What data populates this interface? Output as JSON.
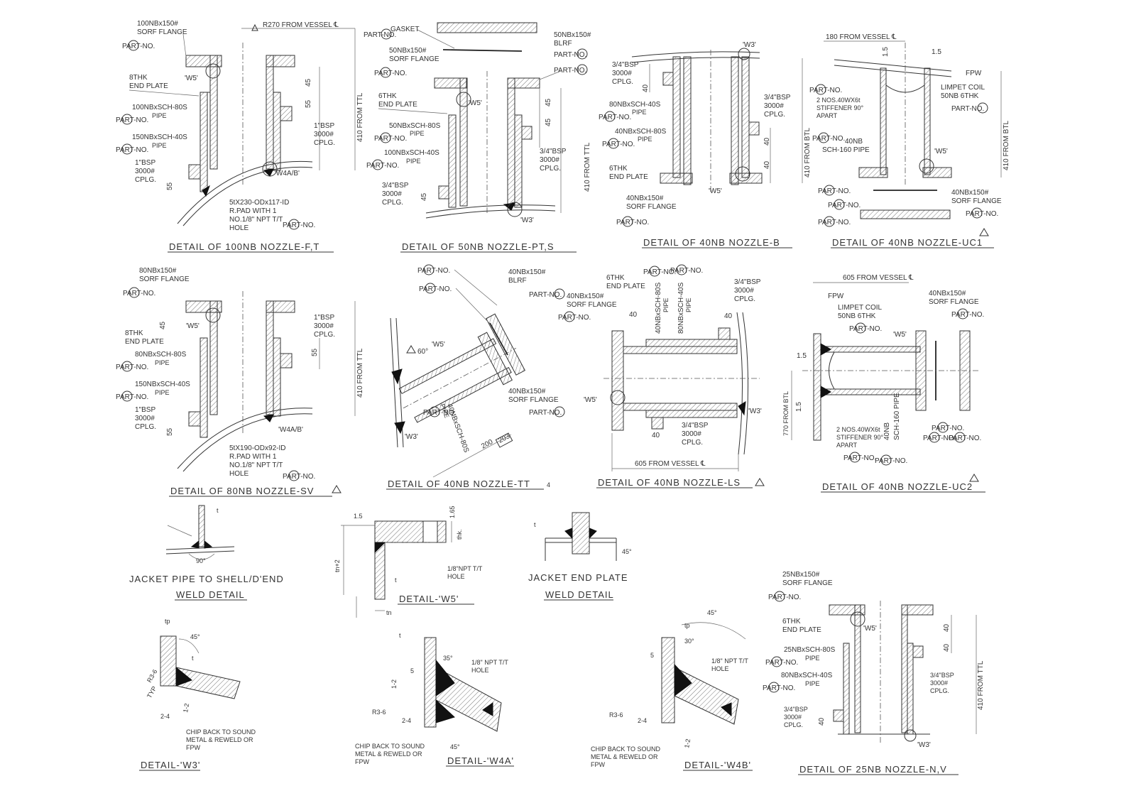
{
  "part_no": "PART-NO.",
  "details": {
    "d1": {
      "title": "DETAIL OF 100NB NOZZLE-F,T",
      "labels": [
        "100NBx150#",
        "SORF FLANGE",
        "8THK",
        "END PLATE",
        "100NBxSCH-80S",
        "PIPE",
        "150NBxSCH-40S",
        "PIPE",
        "1\"BSP",
        "3000#",
        "CPLG.",
        "1\"BSP",
        "3000#",
        "CPLG.",
        "5tX230-ODx117-ID",
        "R.PAD WITH 1",
        "NO.1/8\" NPT T/T",
        "HOLE",
        "R270 FROM VESSEL ℄",
        "410 FROM TTL",
        "'W5'",
        "'W4A/B'"
      ],
      "dims": [
        "45",
        "55",
        "55"
      ]
    },
    "d2": {
      "title": "DETAIL OF 50NB NOZZLE-PT,S",
      "labels": [
        "GASKET",
        "50NBx150#",
        "BLRF",
        "50NBx150#",
        "SORF FLANGE",
        "6THK",
        "END PLATE",
        "50NBxSCH-80S",
        "PIPE",
        "100NBxSCH-40S",
        "PIPE",
        "3/4\"BSP",
        "3000#",
        "CPLG.",
        "3/4\"BSP",
        "3000#",
        "CPLG.",
        "410 FROM TTL",
        "'W5'",
        "'W3'"
      ],
      "dims": [
        "45",
        "45",
        "45"
      ]
    },
    "d3": {
      "title": "DETAIL OF 40NB NOZZLE-B",
      "labels": [
        "3/4\"BSP",
        "3000#",
        "CPLG.",
        "80NBxSCH-40S",
        "PIPE",
        "40NBxSCH-80S",
        "PIPE",
        "6THK",
        "END PLATE",
        "40NBx150#",
        "SORF FLANGE",
        "3/4\"BSP",
        "3000#",
        "CPLG.",
        "410 FROM BTL",
        "'W3'",
        "'W5'"
      ],
      "dims": [
        "40",
        "40",
        "40"
      ]
    },
    "d4": {
      "title": "DETAIL OF 40NB NOZZLE-UC1",
      "labels": [
        "180 FROM VESSEL ℄",
        "FPW",
        "LIMPET COIL",
        "50NB 6THK",
        "2 NOS.40WX6t",
        "STIFFENER 90°",
        "APART",
        "40NB",
        "SCH-160 PIPE",
        "40NBx150#",
        "SORF FLANGE",
        "410 FROM BTL",
        "'W5'"
      ],
      "dims": [
        "1.5",
        "1.5"
      ]
    },
    "d5": {
      "title": "DETAIL OF 80NB NOZZLE-SV",
      "labels": [
        "80NBx150#",
        "SORF FLANGE",
        "8THK",
        "END PLATE",
        "80NBxSCH-80S",
        "PIPE",
        "150NBxSCH-40S",
        "PIPE",
        "1\"BSP",
        "3000#",
        "CPLG.",
        "1\"BSP",
        "3000#",
        "CPLG.",
        "5tX190-ODx92-ID",
        "R.PAD WITH 1",
        "NO.1/8\" NPT T/T",
        "HOLE",
        "410 FROM TTL",
        "'W5'",
        "'W4A/B'"
      ],
      "dims": [
        "45",
        "55",
        "55"
      ]
    },
    "d6": {
      "title": "DETAIL OF 40NB NOZZLE-TT",
      "labels": [
        "40NBx150#",
        "BLRF",
        "40NBx150#",
        "SORF FLANGE",
        "40NBxSCH-80S",
        "PIPE",
        "'W5'",
        "'W3'",
        "60°",
        "200",
        "203",
        "4"
      ],
      "dims": []
    },
    "d7": {
      "title": "DETAIL OF 40NB NOZZLE-LS",
      "labels": [
        "6THK",
        "END PLATE",
        "40NBx150#",
        "SORF FLANGE",
        "40NBxSCH-80S",
        "PIPE",
        "80NBxSCH-40S",
        "PIPE",
        "3/4\"BSP",
        "3000#",
        "CPLG.",
        "3/4\"BSP",
        "3000#",
        "CPLG.",
        "605 FROM VESSEL ℄",
        "'W5'",
        "'W3'"
      ],
      "dims": [
        "40",
        "40",
        "40"
      ]
    },
    "d8": {
      "title": "DETAIL OF 40NB NOZZLE-UC2",
      "labels": [
        "605 FROM VESSEL ℄",
        "FPW",
        "LIMPET COIL",
        "50NB 6THK",
        "40NBx150#",
        "SORF FLANGE",
        "2 NOS.40WX6t",
        "STIFFENER 90°",
        "APART",
        "40NB",
        "SCH-160 PIPE",
        "770 FROM BTL",
        "'W5'"
      ],
      "dims": [
        "1.5",
        "1.5"
      ]
    },
    "w1": {
      "title": [
        "JACKET PIPE TO SHELL/D'END",
        "WELD DETAIL"
      ],
      "labels": [
        "t",
        "90°"
      ]
    },
    "w2": {
      "title": "DETAIL-'W5'",
      "labels": [
        "1.5",
        "1.65",
        "thk.",
        "tn+2",
        "tn",
        "1/8\"NPT T/T",
        "HOLE",
        "t"
      ]
    },
    "w3": {
      "title": [
        "JACKET END PLATE",
        "WELD DETAIL"
      ],
      "labels": [
        "t",
        "45°"
      ]
    },
    "w4": {
      "title": "DETAIL-'W3'",
      "labels": [
        "tp",
        "45°",
        "t",
        "R3-6",
        "TYP",
        "2-4",
        "1-2",
        "CHIP BACK TO  SOUND",
        "METAL & REWELD OR",
        "FPW"
      ]
    },
    "w5": {
      "title": "DETAIL-'W4A'",
      "labels": [
        "t",
        "35°",
        "5",
        "1-2",
        "R3-6",
        "2-4",
        "1/8\" NPT T/T",
        "HOLE",
        "45°",
        "CHIP BACK TO  SOUND",
        "METAL & REWELD OR",
        "FPW"
      ]
    },
    "w6": {
      "title": "DETAIL-'W4B'",
      "labels": [
        "45°",
        "tp",
        "30°",
        "5",
        "R3-6",
        "2-4",
        "1-2",
        "1/8\" NPT T/T",
        "HOLE",
        "CHIP BACK TO  SOUND",
        "METAL & REWELD OR",
        "FPW"
      ]
    },
    "d9": {
      "title": "DETAIL OF 25NB NOZZLE-N,V",
      "labels": [
        "25NBx150#",
        "SORF FLANGE",
        "6THK",
        "END PLATE",
        "25NBxSCH-80S",
        "PIPE",
        "80NBxSCH-40S",
        "PIPE",
        "3/4\"BSP",
        "3000#",
        "CPLG.",
        "3/4\"BSP",
        "3000#",
        "CPLG.",
        "410 FROM TTL",
        "'W5'",
        "'W3'"
      ],
      "dims": [
        "40",
        "40",
        "40"
      ]
    }
  }
}
